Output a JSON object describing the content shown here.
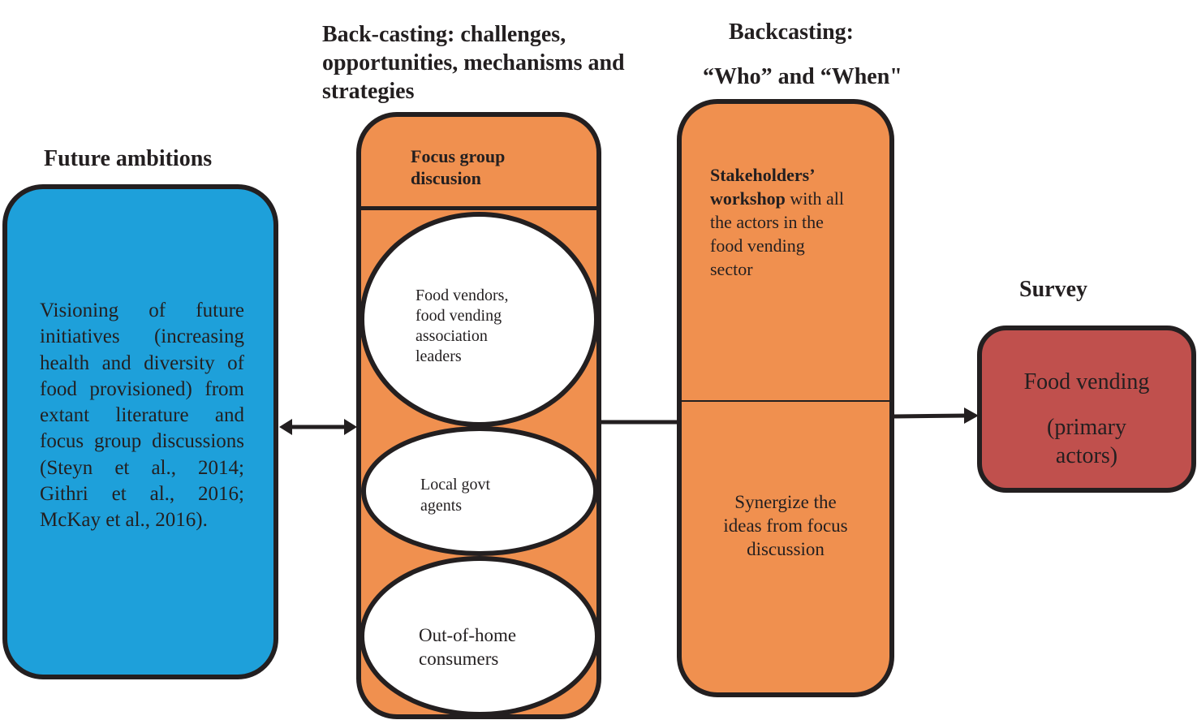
{
  "headings": {
    "future_ambitions": "Future ambitions",
    "backcasting_1": "Back-casting: challenges, opportunities, mechanisms and strategies",
    "backcasting_2_line1": "Backcasting:",
    "backcasting_2_line2": "“Who” and “When\"",
    "survey": "Survey"
  },
  "future_box": {
    "text": "Visioning of future initiatives (increasing health and diversity of food provisioned) from extant literature and focus group discussions (Steyn et al., 2014; Githri et al., 2016; McKay et al., 2016)."
  },
  "focus_box": {
    "header_line1": "Focus group",
    "header_line2": "discusion",
    "ellipses": [
      {
        "line1": "Food vendors,",
        "line2": "food vending",
        "line3": "association",
        "line4": "leaders"
      },
      {
        "line1": "Local govt",
        "line2": "agents"
      },
      {
        "line1": "Out-of-home",
        "line2": "consumers"
      }
    ]
  },
  "workshop_box": {
    "bold1": "Stakeholders’",
    "bold2": "workshop",
    "rest_line2": " with all",
    "line3": "the actors in the",
    "line4": "food vending",
    "line5": "sector",
    "lower_line1": "Synergize the",
    "lower_line2": "ideas from focus",
    "lower_line3": "discussion"
  },
  "survey_box": {
    "line1": "Food vending",
    "line2": "(primary",
    "line3": "actors)"
  },
  "colors": {
    "future_box": "#1ea0da",
    "orange": "#f0904f",
    "survey_box": "#c0504d",
    "outline": "#231f20"
  }
}
